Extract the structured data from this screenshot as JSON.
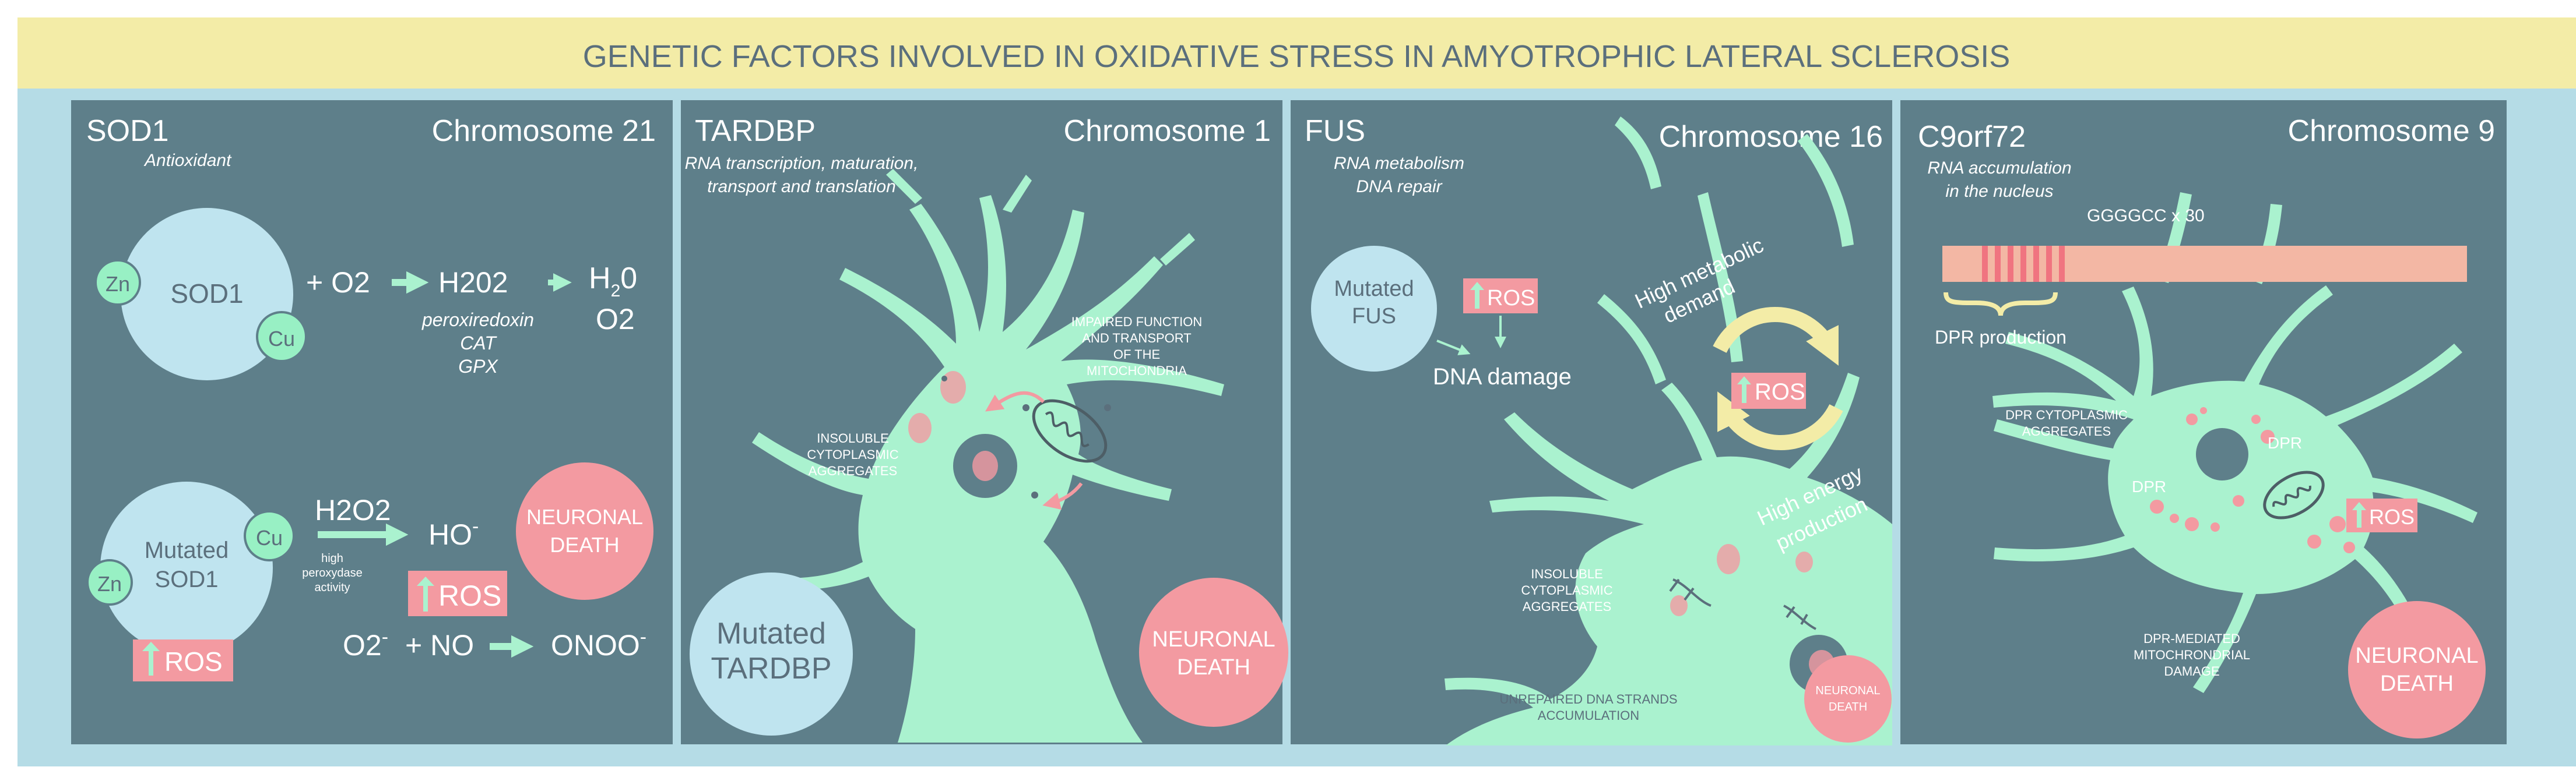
{
  "title": "GENETIC FACTORS INVOLVED IN OXIDATIVE STRESS IN AMYOTROPHIC LATERAL SCLEROSIS",
  "colors": {
    "title_band": "#f3eca7",
    "background": "#b5dce6",
    "panel": "#5e7f8a",
    "neuron": "#aaf2cf",
    "blue_circle": "#bfe4ef",
    "pink": "#f39aa1",
    "green_small": "#98f0c4",
    "arrow": "#aaf2cf",
    "repeat_bar": "#f3b7a4",
    "repeat_stripes": "#f07480",
    "cycle_arrow": "#f3eca7"
  },
  "icons": [
    "up-arrow-icon",
    "curly-brace-icon",
    "mitochondrion-icon",
    "cycle-arrow-icon",
    "dna-strand-icon"
  ],
  "panels": {
    "sod1": {
      "gene": "SOD1",
      "chromosome": "Chromosome 21",
      "function": "Antioxidant",
      "circle_label": "SOD1",
      "zn": "Zn",
      "cu": "Cu",
      "plus_o2": "+ O2",
      "h2o2": "H202",
      "h2o_main": "H",
      "h2o_sub": "2",
      "h2o_end": "0",
      "o2": "O2",
      "enzymes": [
        "peroxiredoxin",
        "CAT",
        "GPX"
      ],
      "mutated_label": [
        "Mutated",
        "SOD1"
      ],
      "ros": "ROS",
      "h2o2_b": "H2O2",
      "ho": "HO",
      "ho_sup": "-",
      "peroxydase": [
        "high",
        "peroxydase",
        "activity"
      ],
      "o2_b": "O2",
      "o2_sup": "-",
      "plus_no": "+ NO",
      "onoo": "ONOO",
      "onoo_sup": "-",
      "death": [
        "NEURONAL",
        "DEATH"
      ]
    },
    "tardbp": {
      "gene": "TARDBP",
      "chromosome": "Chromosome 1",
      "function": [
        "RNA transcription, maturation,",
        "transport and translation"
      ],
      "impaired": [
        "IMPAIRED FUNCTION",
        "AND TRANSPORT",
        "OF THE",
        "MITOCHONDRIA"
      ],
      "insoluble": [
        "INSOLUBLE",
        "CYTOPLASMIC",
        "AGGREGATES"
      ],
      "mutated_label": [
        "Mutated",
        "TARDBP"
      ],
      "death": [
        "NEURONAL",
        "DEATH"
      ]
    },
    "fus": {
      "gene": "FUS",
      "chromosome": "Chromosome 16",
      "function": [
        "RNA metabolism",
        "DNA repair"
      ],
      "mutated_label": [
        "Mutated",
        "FUS"
      ],
      "ros": "ROS",
      "dna_damage": "DNA damage",
      "high_metabolic": [
        "High metabolic",
        "demand"
      ],
      "ros_center": "ROS",
      "high_energy": [
        "High energy",
        "production"
      ],
      "insoluble": [
        "INSOLUBLE",
        "CYTOPLASMIC",
        "AGGREGATES"
      ],
      "unrepaired": [
        "UNREPAIRED DNA STRANDS",
        "ACCUMULATION"
      ],
      "death": [
        "NEURONAL",
        "DEATH"
      ]
    },
    "c9orf72": {
      "gene": "C9orf72",
      "chromosome": "Chromosome 9",
      "function": [
        "RNA accumulation",
        "in the nucleus"
      ],
      "repeat": "GGGGCC x 30",
      "dpr_production": "DPR production",
      "dpr_aggregates": [
        "DPR CYTOPLASMIC",
        "AGGREGATES"
      ],
      "dpr1": "DPR",
      "dpr2": "DPR",
      "ros": "ROS",
      "dpr_damage": [
        "DPR-MEDIATED",
        "MITOCHRONDRIAL",
        "DAMAGE"
      ],
      "death": [
        "NEURONAL",
        "DEATH"
      ]
    }
  }
}
